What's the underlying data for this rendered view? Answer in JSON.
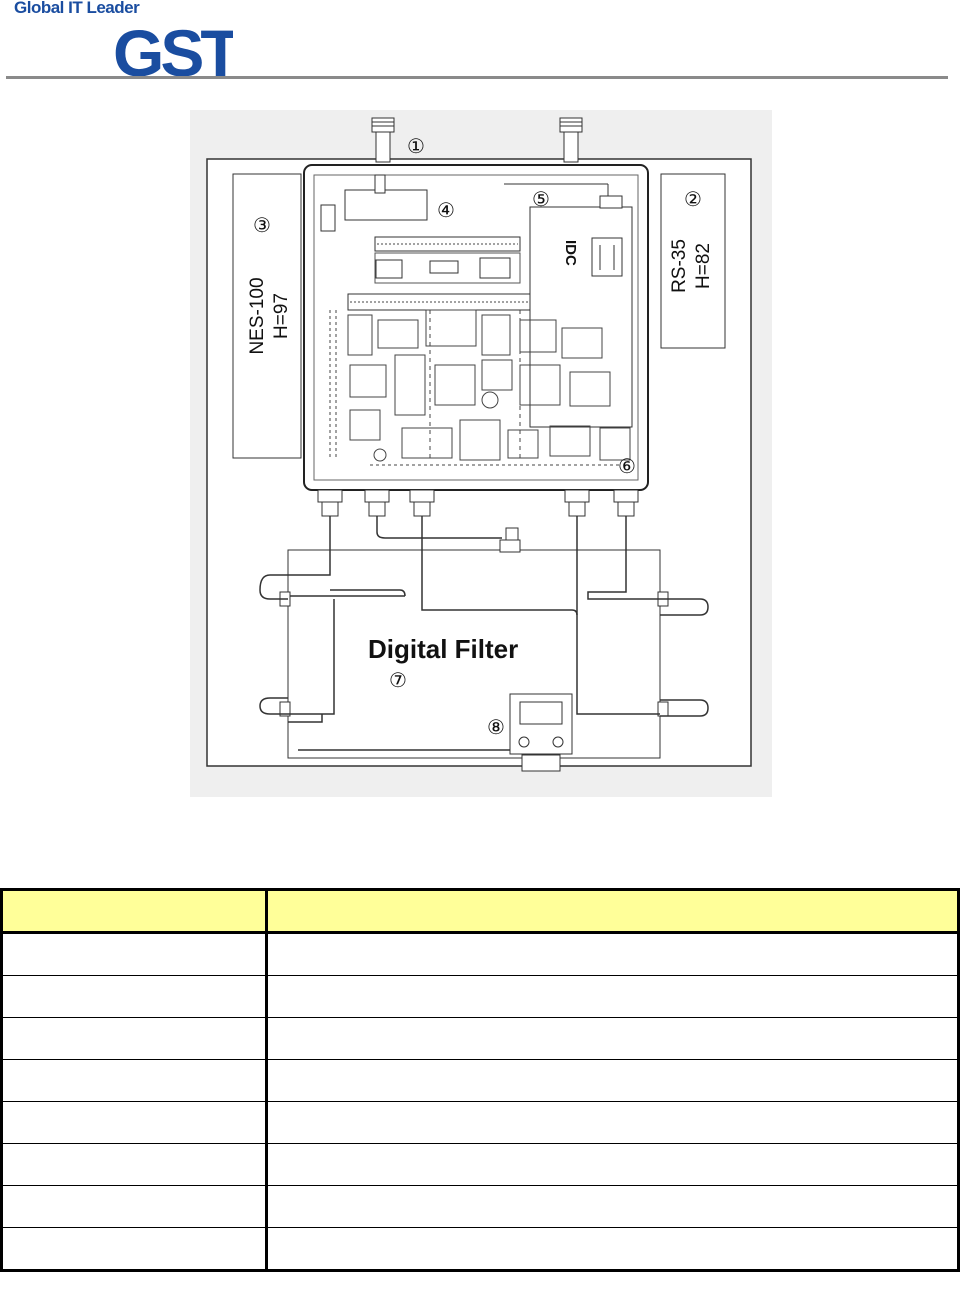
{
  "header": {
    "tagline": "Global IT Leader",
    "logo_text": "GST",
    "brand_color": "#1a4da0"
  },
  "figure": {
    "callouts": [
      "①",
      "②",
      "③",
      "④",
      "⑤",
      "⑥",
      "⑦",
      "⑧"
    ],
    "nes_label_line1": "NES-100",
    "nes_label_line2": "H=97",
    "rs_label_line1": "RS-35",
    "rs_label_line2": "H=82",
    "filter_label": "Digital Filter",
    "pcb_symbol_text": "IDC"
  },
  "table": {
    "header_color": "#ffff99",
    "headers": [
      "",
      ""
    ],
    "rows": [
      [
        "",
        ""
      ],
      [
        "",
        ""
      ],
      [
        "",
        ""
      ],
      [
        "",
        ""
      ],
      [
        "",
        ""
      ],
      [
        "",
        ""
      ],
      [
        "",
        ""
      ],
      [
        "",
        ""
      ]
    ]
  }
}
